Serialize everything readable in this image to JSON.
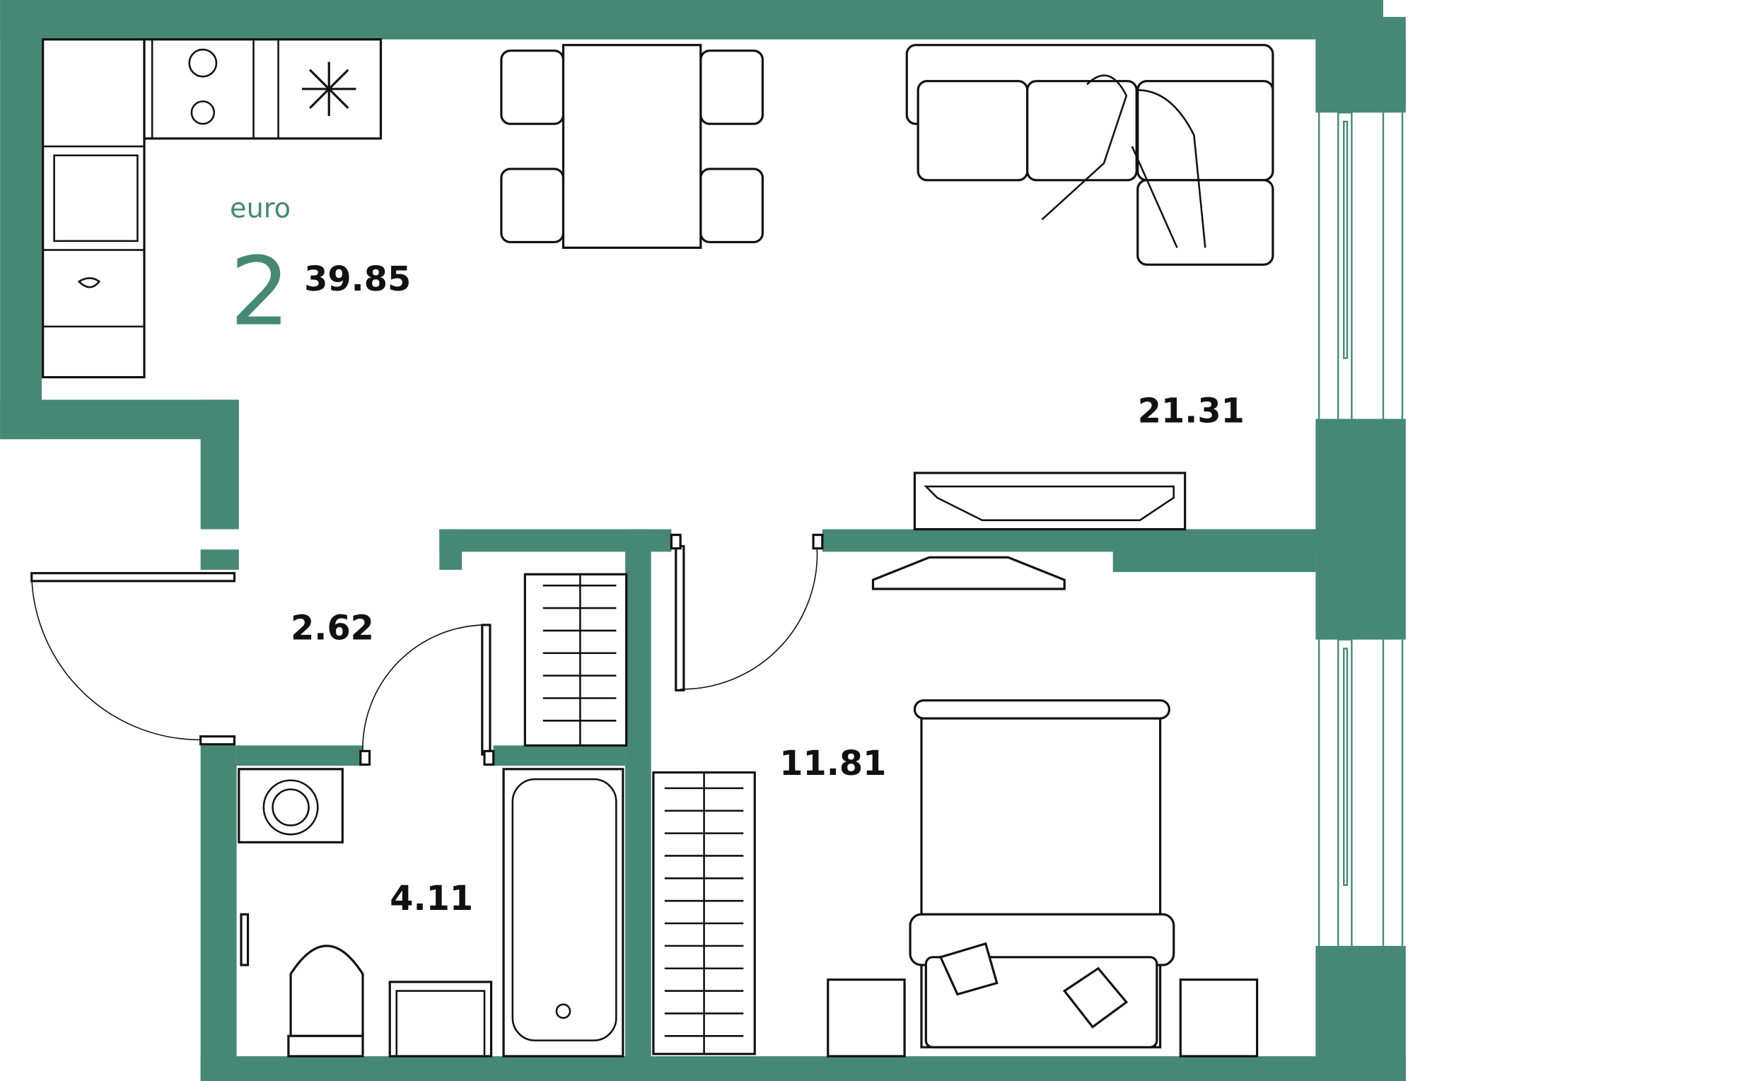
{
  "plan": {
    "type_label": "euro",
    "rooms_count": "2",
    "total_area": "39.85",
    "accent_color": "#478875",
    "rooms": [
      {
        "name": "living-kitchen",
        "area": "21.31"
      },
      {
        "name": "hallway",
        "area": "2.62"
      },
      {
        "name": "bathroom",
        "area": "4.11"
      },
      {
        "name": "bedroom",
        "area": "11.81"
      }
    ]
  }
}
